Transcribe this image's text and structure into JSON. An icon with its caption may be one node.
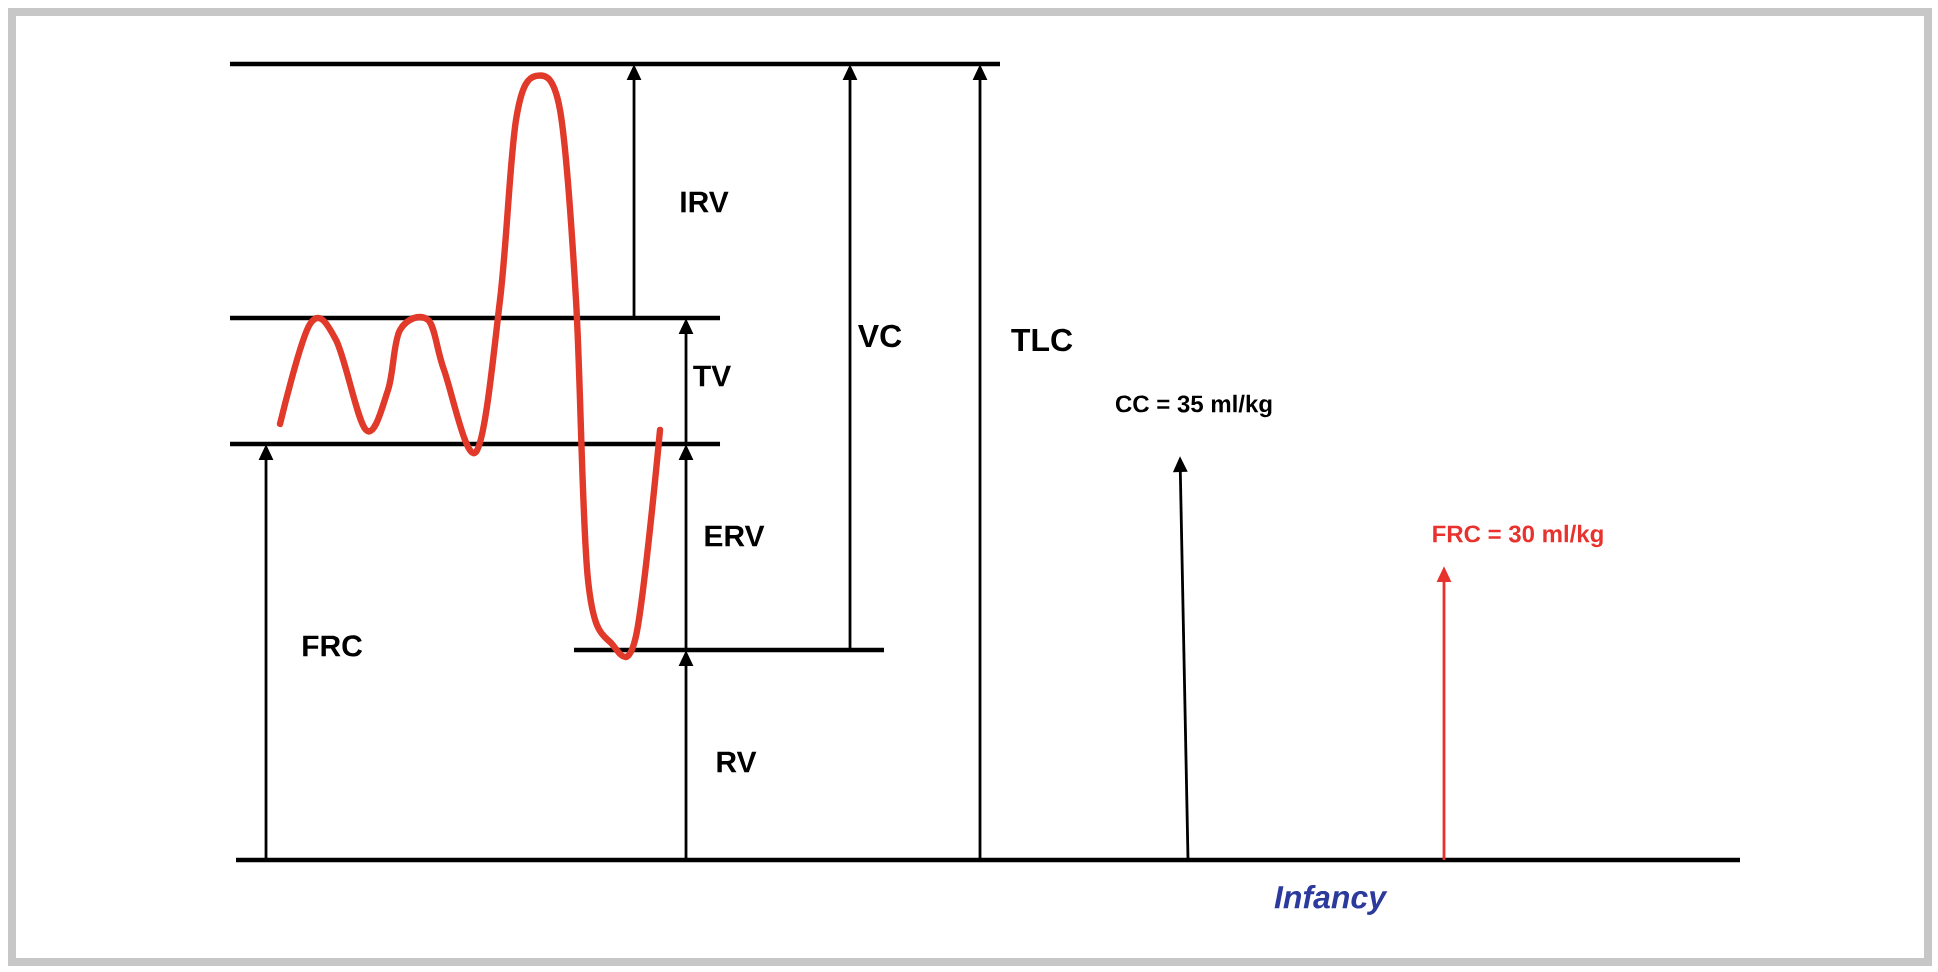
{
  "diagram": {
    "labels": [
      "IRV",
      "TV",
      "VC",
      "TLC",
      "CC = 35 ml/kg",
      "ERV",
      "FRC = 30 ml/kg",
      "FRC",
      "RV",
      "Infancy"
    ]
  }
}
